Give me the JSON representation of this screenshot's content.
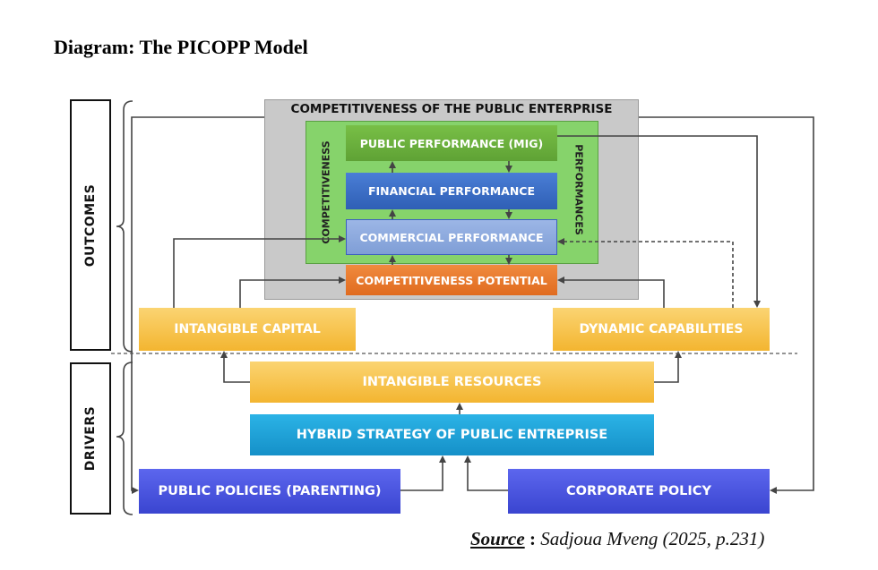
{
  "title": "Diagram: The PICOPP Model",
  "side_labels": {
    "outcomes": "OUTCOMES",
    "drivers": "DRIVERS"
  },
  "outer_box": {
    "label": "COMPETITIVENESS OF THE PUBLIC ENTERPRISE"
  },
  "inner_labels": {
    "competitiveness": "COMPETITIVENESS",
    "performances": "PERFORMANCES"
  },
  "boxes": {
    "public_performance": "PUBLIC PERFORMANCE (MIG)",
    "financial_performance": "FINANCIAL PERFORMANCE",
    "commercial_performance": "COMMERCIAL PERFORMANCE",
    "competitiveness_potential": "COMPETITIVENESS POTENTIAL",
    "intangible_capital": "INTANGIBLE CAPITAL",
    "dynamic_capabilities": "DYNAMIC CAPABILITIES",
    "intangible_resources": "INTANGIBLE RESOURCES",
    "hybrid_strategy": "HYBRID STRATEGY OF PUBLIC ENTREPRISE",
    "public_policies": "PUBLIC POLICIES (PARENTING)",
    "corporate_policy": "CORPORATE POLICY"
  },
  "source": {
    "label": "Source",
    "separator": " : ",
    "text": "Sadjoua Mveng (2025, p.231)"
  },
  "colors": {
    "green": "#6fb43f",
    "blue": "#3b6fc7",
    "lightblue": "#8faadc",
    "orange": "#ed7d31",
    "gold": "#f7c146",
    "cyan": "#1fa6d8",
    "violet": "#4a57e0",
    "grey": "#c9c9c9",
    "lightgreen": "#86d36b"
  }
}
